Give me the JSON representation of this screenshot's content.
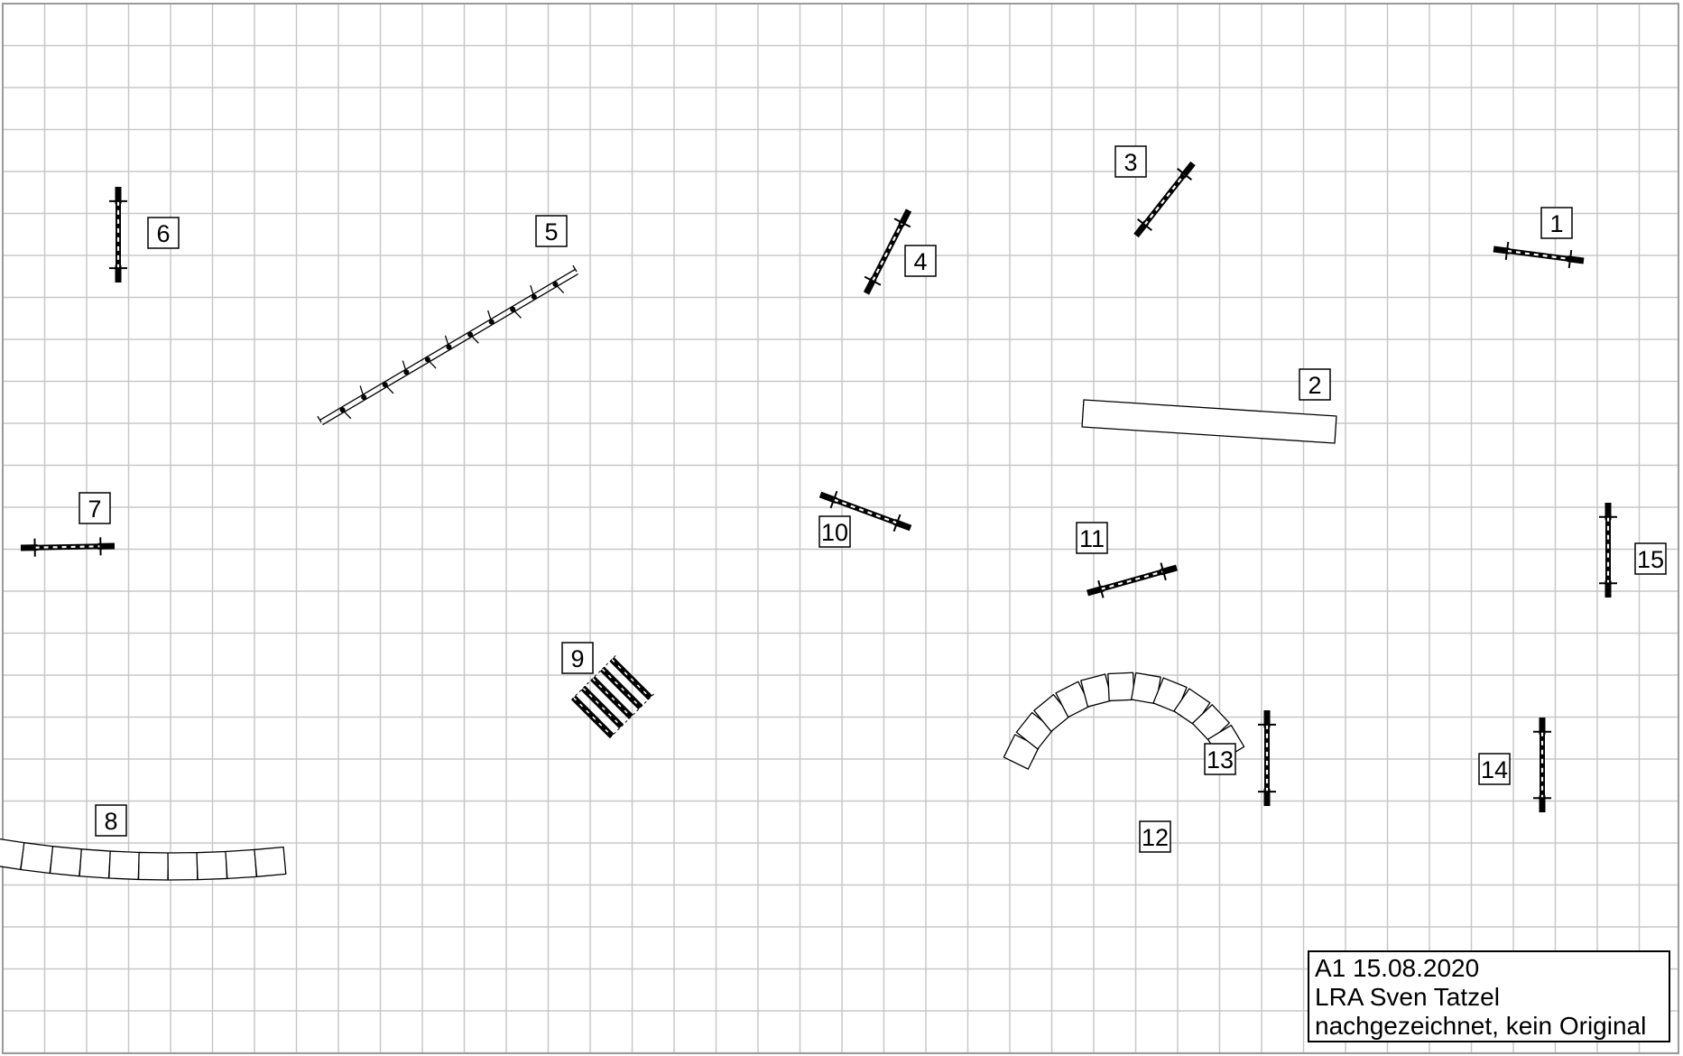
{
  "course": {
    "obstacles": [
      {
        "number": "1",
        "kind": "jump"
      },
      {
        "number": "2",
        "kind": "tunnel"
      },
      {
        "number": "3",
        "kind": "jump"
      },
      {
        "number": "4",
        "kind": "jump"
      },
      {
        "number": "5",
        "kind": "weave-poles"
      },
      {
        "number": "6",
        "kind": "jump"
      },
      {
        "number": "7",
        "kind": "jump"
      },
      {
        "number": "8",
        "kind": "tunnel"
      },
      {
        "number": "9",
        "kind": "long-jump"
      },
      {
        "number": "10",
        "kind": "jump"
      },
      {
        "number": "11",
        "kind": "jump"
      },
      {
        "number": "12",
        "kind": "tunnel"
      },
      {
        "number": "13",
        "kind": "jump"
      },
      {
        "number": "14",
        "kind": "jump"
      },
      {
        "number": "15",
        "kind": "jump"
      }
    ],
    "legend": {
      "line1": "A1 15.08.2020",
      "line2": "LRA Sven Tatzel",
      "line3": "nachgezeichnet, kein Original"
    }
  },
  "colors": {
    "grid": "#c8c8c8",
    "border": "#9a9a9a",
    "ink": "#000000",
    "paper": "#ffffff"
  }
}
